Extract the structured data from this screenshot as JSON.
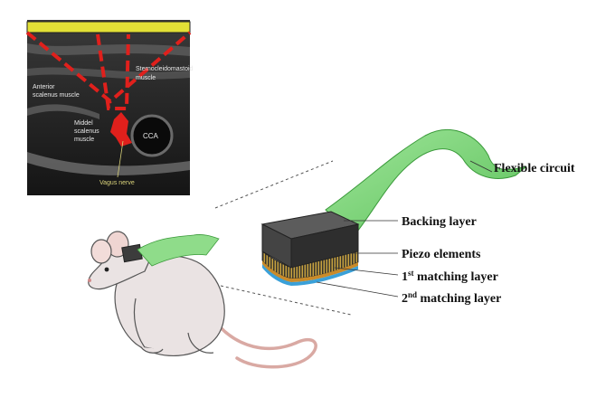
{
  "ultrasound": {
    "labels": {
      "scm_line1": "Sternocleidomastoid",
      "scm_line2": "muscle",
      "anterior_line1": "Anterior",
      "anterior_line2": "scalenus muscle",
      "middle_line1": "Middel",
      "middle_line2": "scalenus",
      "middle_line3": "muscle",
      "cca": "CCA",
      "vagus": "Vagus nerve"
    }
  },
  "transducer": {
    "flexible_circuit": "Flexible circuit",
    "backing_layer": "Backing layer",
    "piezo_elements": "Piezo elements",
    "matching_1_num": "1",
    "matching_1_sup": "st",
    "matching_1_rest": " matching layer",
    "matching_2_num": "2",
    "matching_2_sup": "nd",
    "matching_2_rest": " matching layer"
  },
  "colors": {
    "circuit_green": "#8fdc8a",
    "circuit_edge": "#3a9a3a",
    "backing": "#3c3c3c",
    "beam_red": "#e0201c",
    "transducer_bar": "#e2e036",
    "matching_1": "#c98b2a",
    "matching_2": "#3aa0d8"
  }
}
